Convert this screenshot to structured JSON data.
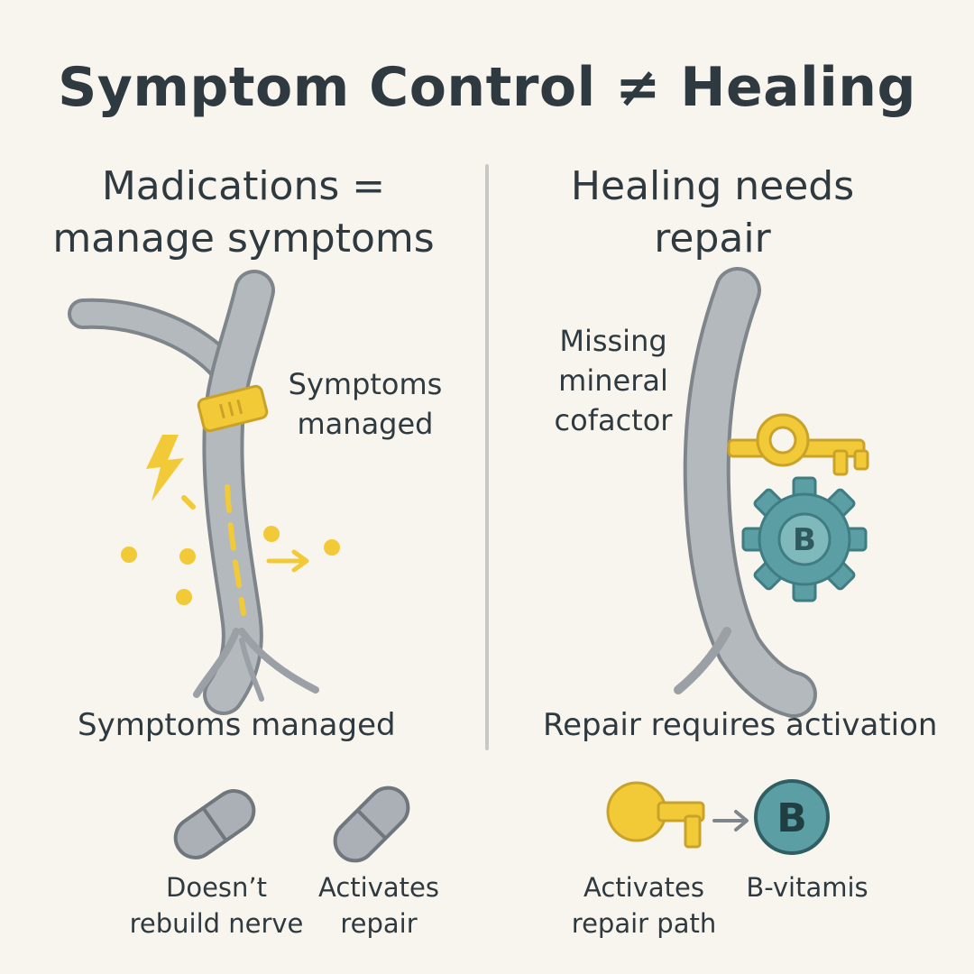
{
  "title": "Symptom Control ≠ Healing",
  "left": {
    "heading_line1": "Madications =",
    "heading_line2": "manage symptoms",
    "nerve_label_line1": "Symptoms",
    "nerve_label_line2": "managed",
    "caption": "Symptoms managed",
    "items": [
      {
        "line1": "Doesn’t",
        "line2": "rebuild nerve",
        "icon": "pill-icon"
      },
      {
        "line1": "Activates",
        "line2": "repair",
        "icon": "pill-icon"
      }
    ]
  },
  "right": {
    "heading_line1": "Healing needs",
    "heading_line2": "repair",
    "nerve_label_line1": "Missing",
    "nerve_label_line2": "mineral",
    "nerve_label_line3": "cofactor",
    "gear_letter": "B",
    "caption": "Repair requires activation",
    "items": [
      {
        "line1": "Activates",
        "line2": "repair path",
        "icon": "key-icon"
      },
      {
        "line1": "B-vitamis",
        "icon": "b-vitamin-icon"
      }
    ],
    "b_badge_letter": "B"
  },
  "colors": {
    "background": "#f8f5ee",
    "nerve": "#aab0b5",
    "yellow": "#f2c936",
    "teal": "#5b9ea3",
    "text": "#2e3a40"
  }
}
